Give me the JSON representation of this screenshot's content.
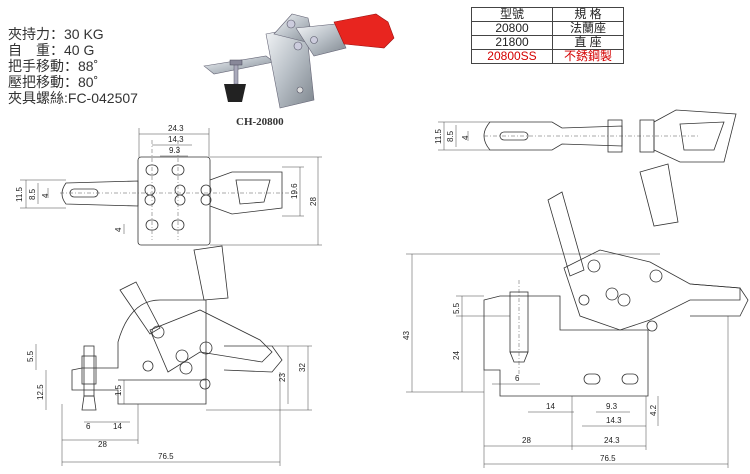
{
  "specs": [
    {
      "label": "夾持力：",
      "value": "30 KG"
    },
    {
      "label": "自　重：",
      "value": "40 G"
    },
    {
      "label": "把手移動：",
      "value": "88˚"
    },
    {
      "label": "壓把移動：",
      "value": "80˚"
    },
    {
      "label": "夾具螺絲:",
      "value": "FC-042507"
    }
  ],
  "photo_caption": "CH-20800",
  "model_table": {
    "headers": [
      "型號",
      "規 格"
    ],
    "rows": [
      {
        "model": "20800",
        "spec": "法蘭座"
      },
      {
        "model": "21800",
        "spec": "直 座"
      },
      {
        "model": "20800SS",
        "spec": "不銹鋼製"
      }
    ]
  },
  "colors": {
    "handle_red": "#e8251f",
    "stainless_highlight": "#d40000",
    "line": "#333333"
  },
  "dims_top_view": {
    "w24_3": "24.3",
    "w14_3": "14.3",
    "w9_3": "9.3",
    "h11_5": "11.5",
    "h8_5": "8.5",
    "h4": "4",
    "h19_6": "19.6",
    "h28": "28",
    "h4_lower": "4"
  },
  "dims_side_view_left": {
    "h5_5": "5.5",
    "h12_5": "12.5",
    "h1_5": "1.5",
    "h23": "23",
    "h32": "32",
    "w6": "6",
    "w14": "14",
    "w28": "28",
    "w76_5": "76.5"
  },
  "dims_right_top": {
    "h11_5": "11.5",
    "h8_5": "8.5",
    "h4": "4"
  },
  "dims_right_side": {
    "h43": "43",
    "h5_5": "5.5",
    "h24": "24",
    "w6": "6",
    "w14": "14",
    "w9_3": "9.3",
    "w14_3": "14.3",
    "h4_2": "4.2",
    "w28": "28",
    "w24_3": "24.3",
    "w76_5": "76.5"
  }
}
